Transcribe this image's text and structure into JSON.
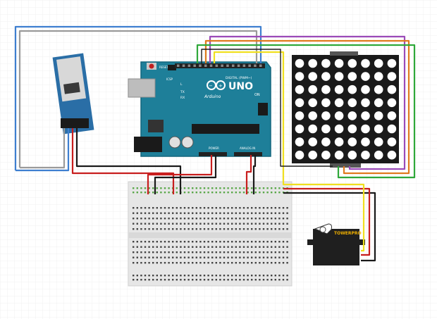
{
  "arduino": {
    "reset_label": "RESET",
    "icsp_label": "ICSP",
    "digital_label": "DIGITAL (PWM~)",
    "brand_label": "Arduino",
    "model_label": "UNO",
    "on_label": "ON",
    "tx_label": "TX",
    "rx_label": "RX",
    "l_label": "L",
    "power_label": "POWER",
    "analog_label": "ANALOG IN"
  },
  "servo": {
    "brand_label": "TOWERPRO"
  },
  "colors": {
    "arduino": "#1e7f99",
    "wire_blue": "#3e7fd0",
    "wire_grey": "#9a9a9a",
    "wire_red": "#c81e1e",
    "wire_black": "#1a1a1a",
    "wire_yellow": "#f0e020",
    "wire_orange": "#e07a1e",
    "wire_purple": "#9b4ab8",
    "wire_green": "#2fa83a",
    "matrix_body": "#1a1a1a",
    "breadboard": "#e8e8e8"
  }
}
